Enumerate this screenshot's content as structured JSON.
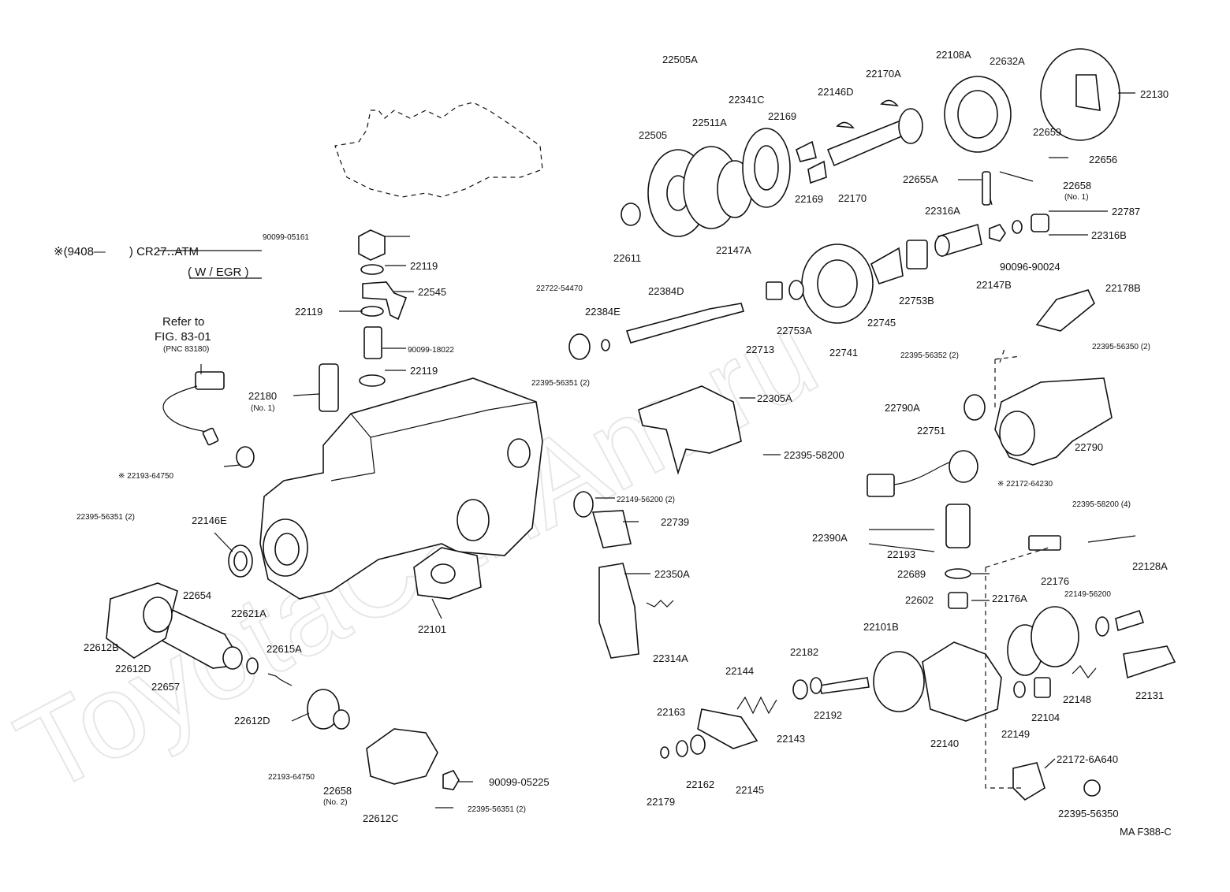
{
  "header": {
    "variant_line": "※(9408—　　) CR27‥ATM",
    "variant_sub": "( W / EGR )",
    "refer_line1": "Refer to",
    "refer_line2": "FIG. 83-01",
    "refer_line3": "(PNC 83180)"
  },
  "watermark": "ToyotaCanAm.ru",
  "figure_code": "MA  F388-C",
  "labels": [
    {
      "id": "l1",
      "text": "22505A"
    },
    {
      "id": "l2",
      "text": "22505"
    },
    {
      "id": "l3",
      "text": "22511A"
    },
    {
      "id": "l4",
      "text": "22341C"
    },
    {
      "id": "l5",
      "text": "22169"
    },
    {
      "id": "l6",
      "text": "22146D"
    },
    {
      "id": "l7",
      "text": "22170A"
    },
    {
      "id": "l8",
      "text": "22108A"
    },
    {
      "id": "l9",
      "text": "22632A"
    },
    {
      "id": "l10",
      "text": "22130"
    },
    {
      "id": "l11",
      "text": "22659"
    },
    {
      "id": "l12",
      "text": "22656"
    },
    {
      "id": "l13",
      "text": "22655A"
    },
    {
      "id": "l14",
      "text": "22658"
    },
    {
      "id": "l15",
      "text": "(No. 1)"
    },
    {
      "id": "l16",
      "text": "22170"
    },
    {
      "id": "l17",
      "text": "22169"
    },
    {
      "id": "l18",
      "text": "22611"
    },
    {
      "id": "l19",
      "text": "22147A"
    },
    {
      "id": "l20",
      "text": "22316A"
    },
    {
      "id": "l21",
      "text": "22787"
    },
    {
      "id": "l22",
      "text": "22316B"
    },
    {
      "id": "l23",
      "text": "90096-90024"
    },
    {
      "id": "l24",
      "text": "22147B"
    },
    {
      "id": "l25",
      "text": "22753B"
    },
    {
      "id": "l26",
      "text": "22745"
    },
    {
      "id": "l27",
      "text": "22741"
    },
    {
      "id": "l28",
      "text": "22753A"
    },
    {
      "id": "l29",
      "text": "22713"
    },
    {
      "id": "l30",
      "text": "22384D"
    },
    {
      "id": "l31",
      "text": "22384E"
    },
    {
      "id": "l32",
      "text": "22722-54470"
    },
    {
      "id": "l33",
      "text": "22178B"
    },
    {
      "id": "l34",
      "text": "22395-56350 (2)"
    },
    {
      "id": "l35",
      "text": "22395-56352 (2)"
    },
    {
      "id": "l36",
      "text": "22395-56351 (2)"
    },
    {
      "id": "l37",
      "text": "22305A"
    },
    {
      "id": "l38",
      "text": "22395-58200"
    },
    {
      "id": "l39",
      "text": "22790A"
    },
    {
      "id": "l40",
      "text": "22751"
    },
    {
      "id": "l41",
      "text": "22790"
    },
    {
      "id": "l42",
      "text": "※ 22172-64230"
    },
    {
      "id": "l43",
      "text": "22395-58200 (4)"
    },
    {
      "id": "l44",
      "text": "22149-56200 (2)"
    },
    {
      "id": "l45",
      "text": "22739"
    },
    {
      "id": "l46",
      "text": "22390A"
    },
    {
      "id": "l47",
      "text": "22193"
    },
    {
      "id": "l48",
      "text": "22689"
    },
    {
      "id": "l49",
      "text": "22602"
    },
    {
      "id": "l50",
      "text": "22350A"
    },
    {
      "id": "l51",
      "text": "22314A"
    },
    {
      "id": "l52",
      "text": "22176"
    },
    {
      "id": "l53",
      "text": "22176A"
    },
    {
      "id": "l54",
      "text": "22149-56200"
    },
    {
      "id": "l55",
      "text": "22128A"
    },
    {
      "id": "l56",
      "text": "22101B"
    },
    {
      "id": "l57",
      "text": "22182"
    },
    {
      "id": "l58",
      "text": "22144"
    },
    {
      "id": "l59",
      "text": "22143"
    },
    {
      "id": "l60",
      "text": "22192"
    },
    {
      "id": "l61",
      "text": "22163"
    },
    {
      "id": "l62",
      "text": "22162"
    },
    {
      "id": "l63",
      "text": "22145"
    },
    {
      "id": "l64",
      "text": "22179"
    },
    {
      "id": "l65",
      "text": "22140"
    },
    {
      "id": "l66",
      "text": "22149"
    },
    {
      "id": "l67",
      "text": "22104"
    },
    {
      "id": "l68",
      "text": "22148"
    },
    {
      "id": "l69",
      "text": "22131"
    },
    {
      "id": "l70",
      "text": "22172-6A640"
    },
    {
      "id": "l71",
      "text": "22395-56350"
    },
    {
      "id": "l72",
      "text": "90099-05161"
    },
    {
      "id": "l73",
      "text": "22119"
    },
    {
      "id": "l74",
      "text": "22545"
    },
    {
      "id": "l75",
      "text": "22119"
    },
    {
      "id": "l76",
      "text": "90099-18022"
    },
    {
      "id": "l77",
      "text": "22119"
    },
    {
      "id": "l78",
      "text": "22180"
    },
    {
      "id": "l79",
      "text": "(No. 1)"
    },
    {
      "id": "l80",
      "text": "※ 22193-64750"
    },
    {
      "id": "l81",
      "text": "22395-56351 (2)"
    },
    {
      "id": "l82",
      "text": "22146E"
    },
    {
      "id": "l83",
      "text": "22654"
    },
    {
      "id": "l84",
      "text": "22621A"
    },
    {
      "id": "l85",
      "text": "22615A"
    },
    {
      "id": "l86",
      "text": "22612B"
    },
    {
      "id": "l87",
      "text": "22612D"
    },
    {
      "id": "l88",
      "text": "22657"
    },
    {
      "id": "l89",
      "text": "22101"
    },
    {
      "id": "l90",
      "text": "22612D"
    },
    {
      "id": "l91",
      "text": "22193-64750"
    },
    {
      "id": "l92",
      "text": "22658"
    },
    {
      "id": "l93",
      "text": "(No. 2)"
    },
    {
      "id": "l94",
      "text": "22612C"
    },
    {
      "id": "l95",
      "text": "90099-05225"
    },
    {
      "id": "l96",
      "text": "22395-56351 (2)"
    }
  ]
}
